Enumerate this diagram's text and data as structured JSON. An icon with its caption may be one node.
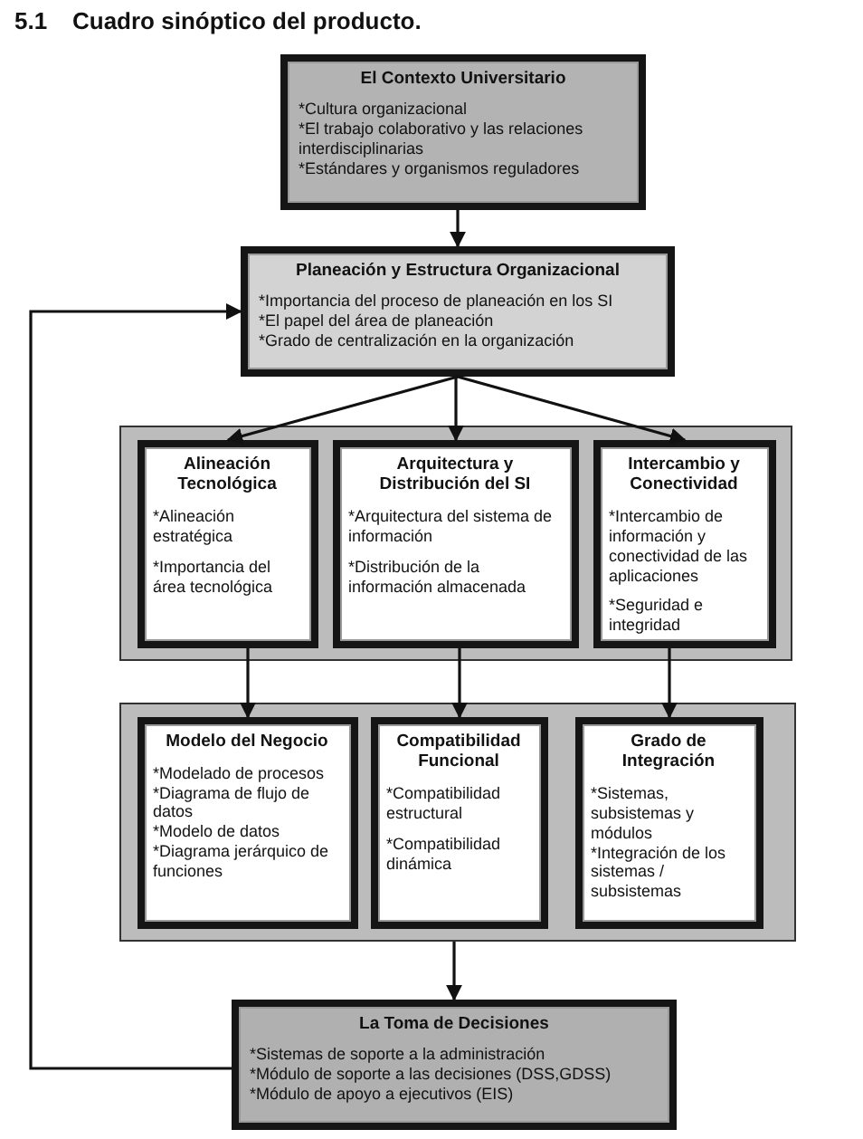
{
  "diagram": {
    "title": "Cuadro sinóptico del producto.",
    "labels": [
      "5.1"
    ],
    "nodes": [
      {
        "text": [
          "El Contexto Universitario",
          "*Cultura organizacional",
          "*El trabajo colaborativo y las relaciones interdisciplinarias",
          "*Estándares y organismos reguladores"
        ]
      },
      {
        "text": [
          "Planeación y Estructura Organizacional",
          "*Importancia del proceso de planeación en los SI",
          "*El papel del área de planeación",
          "*Grado de centralización en la organización"
        ]
      },
      {
        "text": [],
        "shape": "box"
      },
      {
        "text": [
          "Alineación Tecnológica",
          "*Alineación estratégica",
          "*Importancia del área tecnológica"
        ],
        "in": 2
      },
      {
        "text": [
          "Arquitectura y Distribución del SI",
          "*Arquitectura del sistema de información",
          "*Distribución de la información almacenada"
        ],
        "in": 2
      },
      {
        "text": [
          "Intercambio y Conectividad",
          "*Intercambio de información y conectividad de las aplicaciones",
          "*Seguridad e integridad"
        ],
        "in": 2
      },
      {
        "text": [],
        "shape": "box"
      },
      {
        "text": [
          "Modelo del Negocio",
          "*Modelado de procesos",
          "*Diagrama de flujo de datos",
          "*Modelo de datos",
          "*Diagrama jerárquico de funciones"
        ],
        "in": 6
      },
      {
        "text": [
          "Compatibilidad Funcional",
          "*Compatibilidad estructural",
          "*Compatibilidad dinámica"
        ],
        "in": 6
      },
      {
        "text": [
          "Grado de Integración",
          "*Sistemas, subsistemas y módulos",
          "*Integración de los sistemas / subsistemas"
        ],
        "in": 6
      },
      {
        "text": [
          "La Toma de Decisiones",
          "*Sistemas de soporte a la administración",
          "*Módulo de soporte a las decisiones (DSS,GDSS)",
          "*Módulo de apoyo a ejecutivos (EIS)"
        ]
      }
    ],
    "edges": [
      {
        "from": 0,
        "to": 1,
        "arrow": "to"
      },
      {
        "from": 1,
        "to": 3,
        "arrow": "to"
      },
      {
        "from": 1,
        "to": 4,
        "arrow": "to"
      },
      {
        "from": 1,
        "to": 5,
        "arrow": "to"
      },
      {
        "from": 3,
        "to": 7,
        "arrow": "to"
      },
      {
        "from": 4,
        "to": 8,
        "arrow": "to"
      },
      {
        "from": 5,
        "to": 9,
        "arrow": "to"
      },
      {
        "from": 6,
        "to": 10,
        "arrow": "to"
      },
      {
        "from": 10,
        "to": 1,
        "arrow": "to"
      }
    ]
  }
}
